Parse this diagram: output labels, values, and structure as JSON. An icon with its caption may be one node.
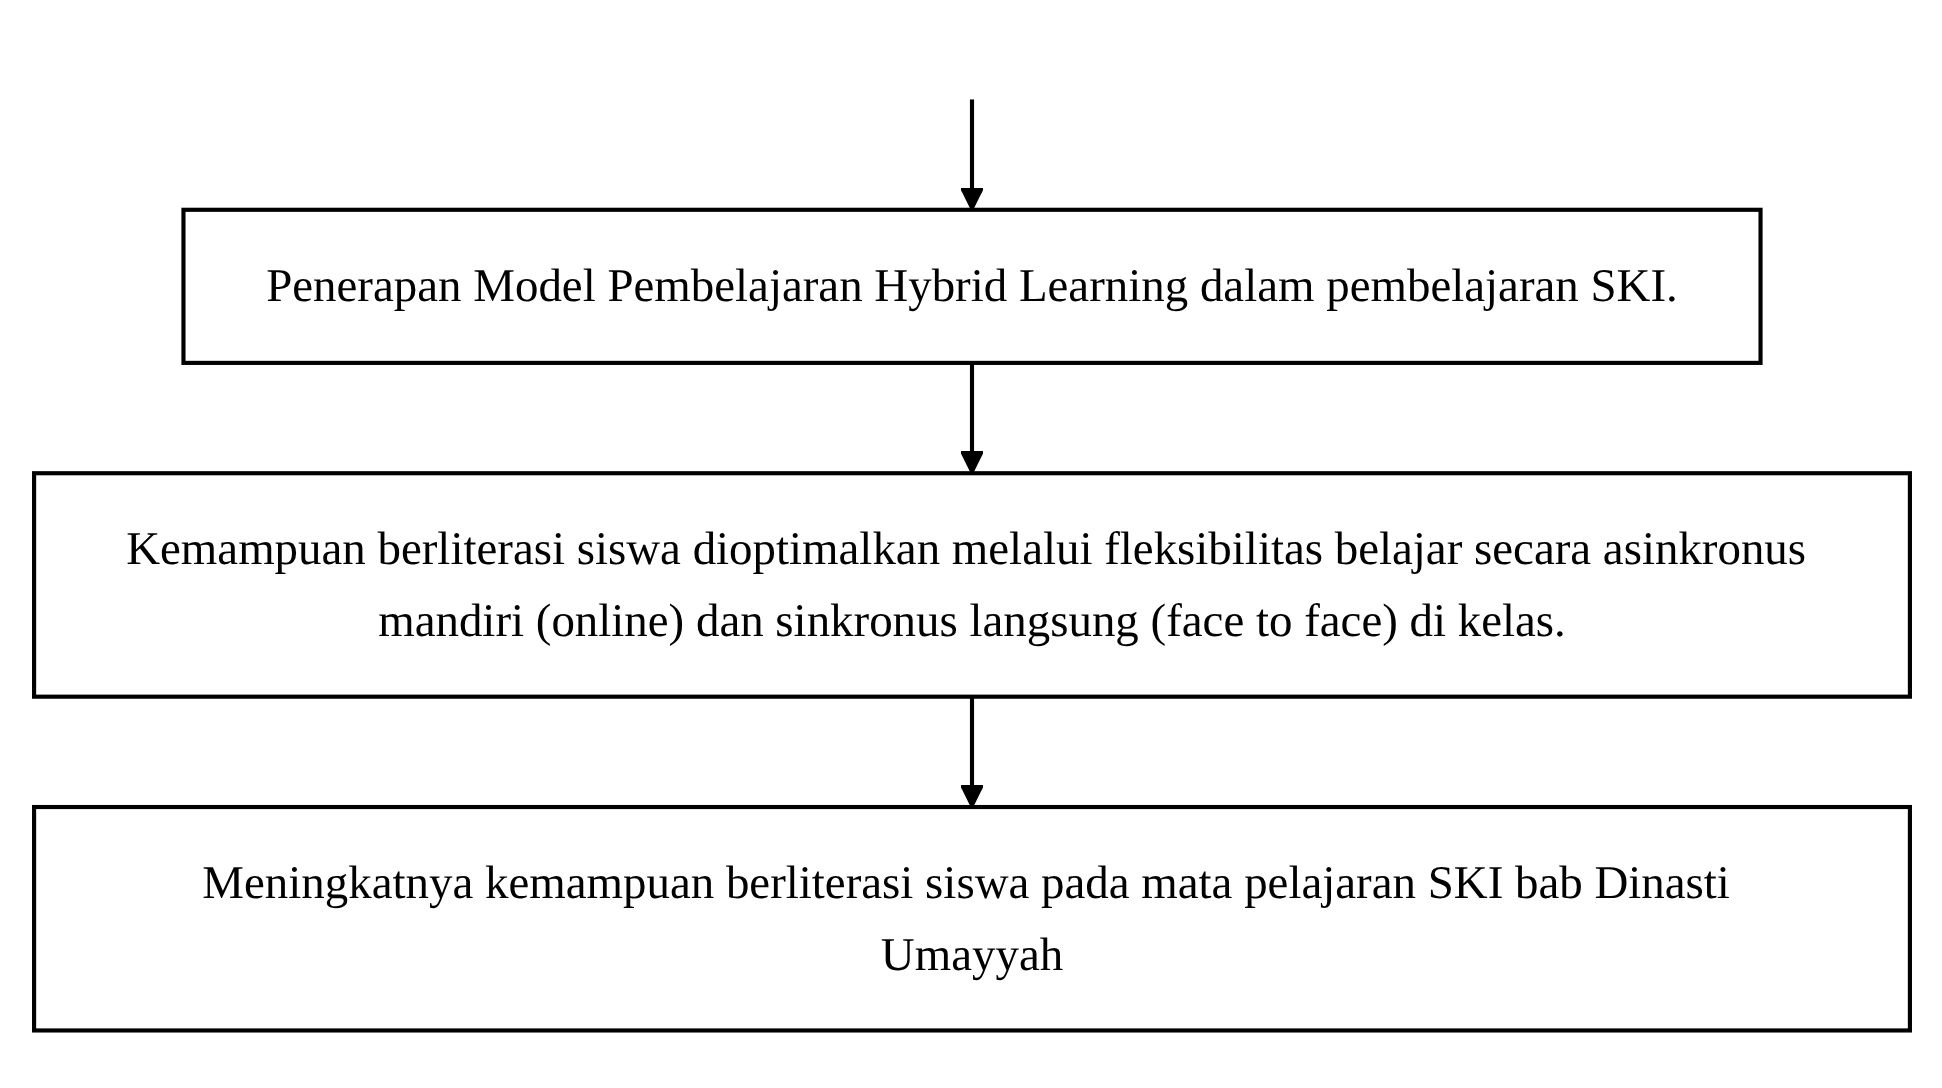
{
  "diagram": {
    "nodes": [
      {
        "text": [
          "Penerapan Model Pembelajaran Hybrid Learning dalam pembelajaran SKI."
        ]
      },
      {
        "text": [
          "Kemampuan berliterasi siswa dioptimalkan melalui fleksibilitas belajar secara asinkronus mandiri (online) dan sinkronus langsung (face to face) di kelas."
        ]
      },
      {
        "text": [
          "Meningkatnya kemampuan berliterasi siswa pada mata pelajaran SKI bab Dinasti Umayyah"
        ]
      }
    ],
    "edges": [
      {
        "from": null,
        "to": 0,
        "arrow": "to"
      },
      {
        "from": 0,
        "to": 1,
        "arrow": "to"
      },
      {
        "from": 1,
        "to": 2,
        "arrow": "to"
      }
    ]
  }
}
